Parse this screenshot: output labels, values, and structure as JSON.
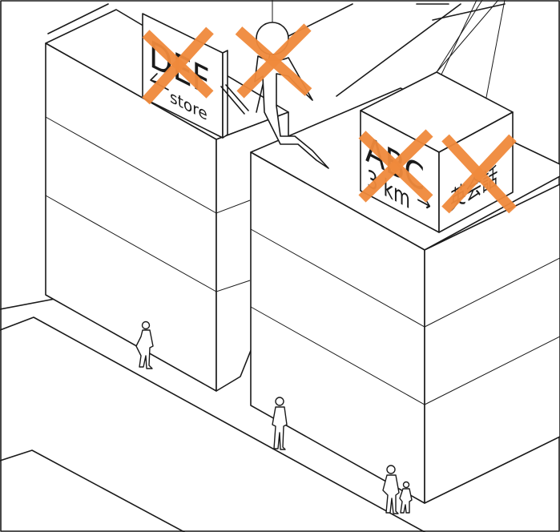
{
  "signs": {
    "def_main": "DEF",
    "def_sub": "store",
    "abc_main": "ABC",
    "abc_distance": "3 km",
    "abc_arrow": "→",
    "kanji": "英会話"
  },
  "colors": {
    "cross": "#f08a3c",
    "line": "#1a1a1a",
    "background": "#ffffff"
  }
}
